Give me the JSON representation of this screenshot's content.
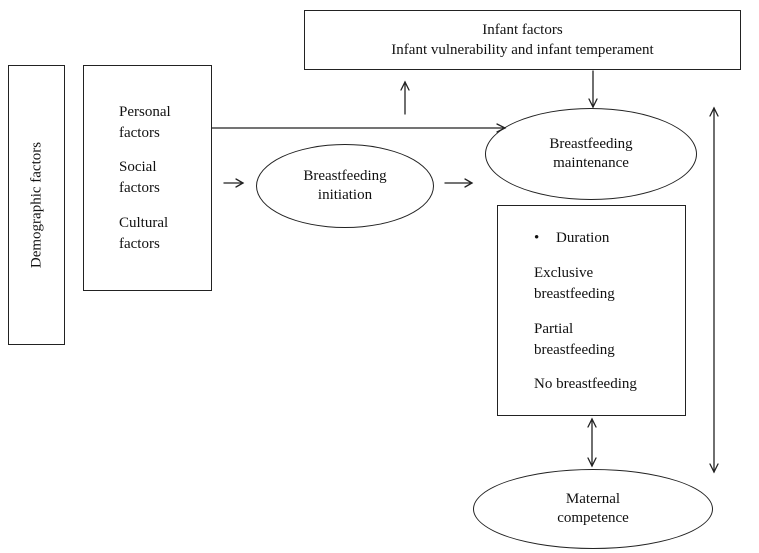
{
  "infant_factors": {
    "title": "Infant factors",
    "subtitle": "Infant vulnerability and infant temperament"
  },
  "demographic": {
    "label": "Demographic factors"
  },
  "factors": {
    "personal_1": "Personal",
    "personal_2": "factors",
    "social_1": "Social",
    "social_2": "factors",
    "cultural_1": "Cultural",
    "cultural_2": "factors"
  },
  "initiation": {
    "line1": "Breastfeeding",
    "line2": "initiation"
  },
  "maintenance": {
    "line1": "Breastfeeding",
    "line2": "maintenance"
  },
  "outcomes": {
    "bullet": "•",
    "duration": "Duration",
    "exclusive_1": "Exclusive",
    "exclusive_2": "breastfeeding",
    "partial_1": "Partial",
    "partial_2": "breastfeeding",
    "none": "No breastfeeding"
  },
  "competence": {
    "line1": "Maternal",
    "line2": "competence"
  }
}
